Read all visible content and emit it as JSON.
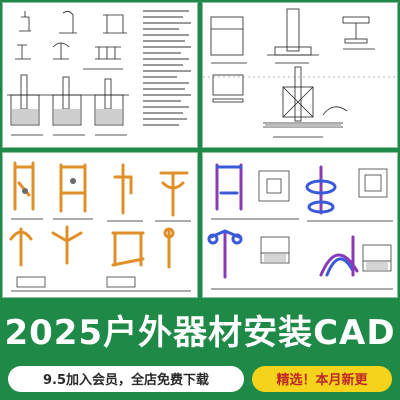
{
  "banner": {
    "title": "2025户外器材安装CAD"
  },
  "promo": {
    "member_text": "9.5加入会员，全店免费下载",
    "badge_text": "精选！本月新更"
  },
  "colors": {
    "background": "#1f8a48",
    "sheet": "#ffffff",
    "drawing_line": "#222222",
    "equipment_orange": "#e0902a",
    "equipment_blue": "#3a5ad8",
    "equipment_purple": "#8a3ab8",
    "badge_yellow": "#f5d31a",
    "badge_text_red": "#c02626"
  },
  "icons": [
    "cad-drawing-sheet-icon"
  ]
}
